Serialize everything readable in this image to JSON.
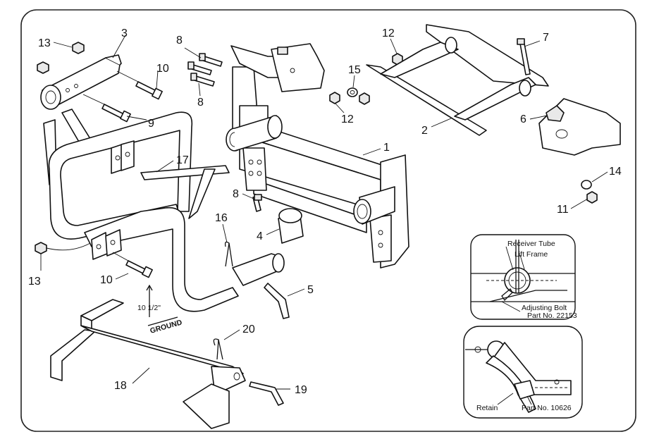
{
  "callouts": [
    {
      "id": "c13a",
      "label": "13"
    },
    {
      "id": "c3",
      "label": "3"
    },
    {
      "id": "c10a",
      "label": "10"
    },
    {
      "id": "c9",
      "label": "9"
    },
    {
      "id": "c8a",
      "label": "8"
    },
    {
      "id": "c8b",
      "label": "8"
    },
    {
      "id": "c12a",
      "label": "12"
    },
    {
      "id": "c15",
      "label": "15"
    },
    {
      "id": "c12b",
      "label": "12"
    },
    {
      "id": "c7",
      "label": "7"
    },
    {
      "id": "c2",
      "label": "2"
    },
    {
      "id": "c6",
      "label": "6"
    },
    {
      "id": "c1",
      "label": "1"
    },
    {
      "id": "c17",
      "label": "17"
    },
    {
      "id": "c14",
      "label": "14"
    },
    {
      "id": "c11",
      "label": "11"
    },
    {
      "id": "c8c",
      "label": "8"
    },
    {
      "id": "c16",
      "label": "16"
    },
    {
      "id": "c4",
      "label": "4"
    },
    {
      "id": "c13b",
      "label": "13"
    },
    {
      "id": "c10b",
      "label": "10"
    },
    {
      "id": "c5",
      "label": "5"
    },
    {
      "id": "c20",
      "label": "20"
    },
    {
      "id": "c18",
      "label": "18"
    },
    {
      "id": "c19",
      "label": "19"
    }
  ],
  "measurement": {
    "height": "10  1/2\"",
    "ground": "GROUND"
  },
  "inset_receiver": {
    "receiver_tube": "Receiver Tube",
    "lift_frame": "Lift Frame",
    "adjusting_bolt": "Adjusting Bolt",
    "adjusting_bolt_part": "Part No. 22153"
  },
  "inset_retain": {
    "retain": "Retain",
    "part": "Part No. 10626"
  }
}
